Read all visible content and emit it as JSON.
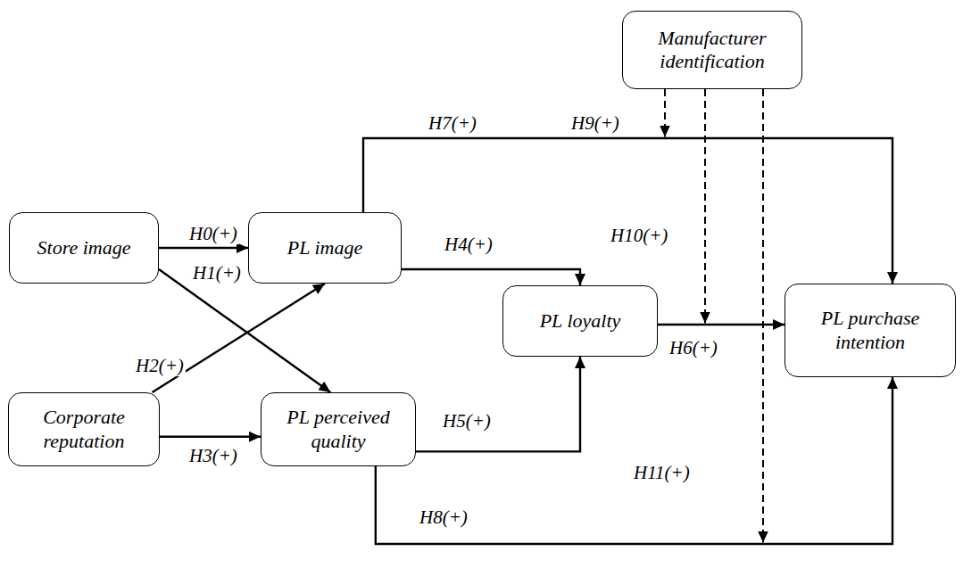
{
  "diagram": {
    "nodes": [
      {
        "text": [
          "Manufacturer identification"
        ]
      },
      {
        "text": [
          "Store image"
        ]
      },
      {
        "text": [
          "PL image"
        ]
      },
      {
        "text": [
          "PL loyalty"
        ]
      },
      {
        "text": [
          "PL purchase intention"
        ]
      },
      {
        "text": [
          "Corporate reputation"
        ]
      },
      {
        "text": [
          "PL perceived quality"
        ]
      }
    ],
    "edges": [
      {
        "from": 1,
        "to": 2,
        "arrow": "to",
        "label": "H0(+)"
      },
      {
        "from": 1,
        "to": 6,
        "arrow": "to",
        "label": "H1(+)"
      },
      {
        "from": 5,
        "to": 2,
        "arrow": "to",
        "label": "H2(+)"
      },
      {
        "from": 5,
        "to": 6,
        "arrow": "to",
        "label": "H3(+)"
      },
      {
        "from": 2,
        "to": 3,
        "arrow": "to",
        "label": "H4(+)"
      },
      {
        "from": 6,
        "to": 3,
        "arrow": "to",
        "label": "H5(+)"
      },
      {
        "from": 3,
        "to": 4,
        "arrow": "to",
        "label": "H6(+)"
      },
      {
        "from": 2,
        "to": 4,
        "arrow": "to",
        "label": "H7(+)"
      },
      {
        "from": 6,
        "to": 4,
        "arrow": "to",
        "label": "H8(+)"
      }
    ],
    "labels": [
      "H9(+)",
      "H10(+)",
      "H11(+)"
    ]
  }
}
